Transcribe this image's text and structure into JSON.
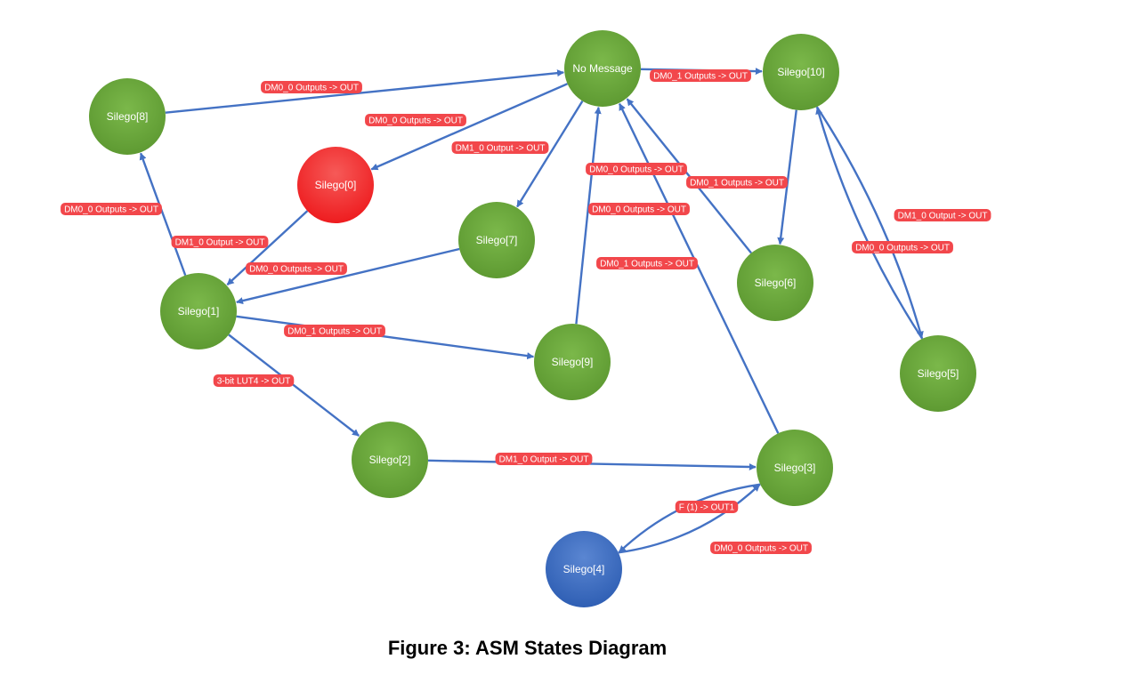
{
  "caption": "Figure 3: ASM States Diagram",
  "colors": {
    "green": "#6aa73a",
    "red": "#f0282a",
    "blue": "#3d6ec4",
    "edge": "#4472c4",
    "label_bg": "#f2474b",
    "label_text": "#ffffff"
  },
  "nodes": [
    {
      "id": "nomsg",
      "label": "No Message",
      "color": "green"
    },
    {
      "id": "s10",
      "label": "Silego[10]",
      "color": "green"
    },
    {
      "id": "s8",
      "label": "Silego[8]",
      "color": "green"
    },
    {
      "id": "s0",
      "label": "Silego[0]",
      "color": "red"
    },
    {
      "id": "s7",
      "label": "Silego[7]",
      "color": "green"
    },
    {
      "id": "s6",
      "label": "Silego[6]",
      "color": "green"
    },
    {
      "id": "s1",
      "label": "Silego[1]",
      "color": "green"
    },
    {
      "id": "s9",
      "label": "Silego[9]",
      "color": "green"
    },
    {
      "id": "s5",
      "label": "Silego[5]",
      "color": "green"
    },
    {
      "id": "s2",
      "label": "Silego[2]",
      "color": "green"
    },
    {
      "id": "s3",
      "label": "Silego[3]",
      "color": "green"
    },
    {
      "id": "s4",
      "label": "Silego[4]",
      "color": "blue"
    }
  ],
  "edges": [
    {
      "from": "s8",
      "to": "nomsg",
      "label": "DM0_0 Outputs -> OUT"
    },
    {
      "from": "nomsg",
      "to": "s10",
      "label": "DM0_1 Outputs -> OUT"
    },
    {
      "from": "nomsg",
      "to": "s0",
      "label": "DM0_0 Outputs -> OUT"
    },
    {
      "from": "nomsg",
      "to": "s7",
      "label": "DM1_0 Output -> OUT"
    },
    {
      "from": "s6",
      "to": "nomsg",
      "label": "DM0_0 Outputs -> OUT"
    },
    {
      "from": "s10",
      "to": "s6",
      "label": "DM0_1 Outputs -> OUT"
    },
    {
      "from": "s9",
      "to": "nomsg",
      "label": "DM0_0 Outputs -> OUT"
    },
    {
      "from": "s3",
      "to": "nomsg",
      "label": "DM0_1 Outputs -> OUT"
    },
    {
      "from": "s10",
      "to": "s5",
      "label": "DM1_0 Output -> OUT"
    },
    {
      "from": "s5",
      "to": "s10",
      "label": "DM0_0 Outputs -> OUT"
    },
    {
      "from": "s1",
      "to": "s8",
      "label": "DM0_0 Outputs -> OUT"
    },
    {
      "from": "s0",
      "to": "s1",
      "label": "DM1_0 Output -> OUT"
    },
    {
      "from": "s7",
      "to": "s1",
      "label": "DM0_0 Outputs -> OUT"
    },
    {
      "from": "s1",
      "to": "s9",
      "label": "DM0_1 Outputs -> OUT"
    },
    {
      "from": "s1",
      "to": "s2",
      "label": "3-bit LUT4 -> OUT"
    },
    {
      "from": "s2",
      "to": "s3",
      "label": "DM1_0 Output -> OUT"
    },
    {
      "from": "s4",
      "to": "s3",
      "label": "F (1) -> OUT1"
    },
    {
      "from": "s3",
      "to": "s4",
      "label": "DM0_0 Outputs -> OUT"
    }
  ]
}
